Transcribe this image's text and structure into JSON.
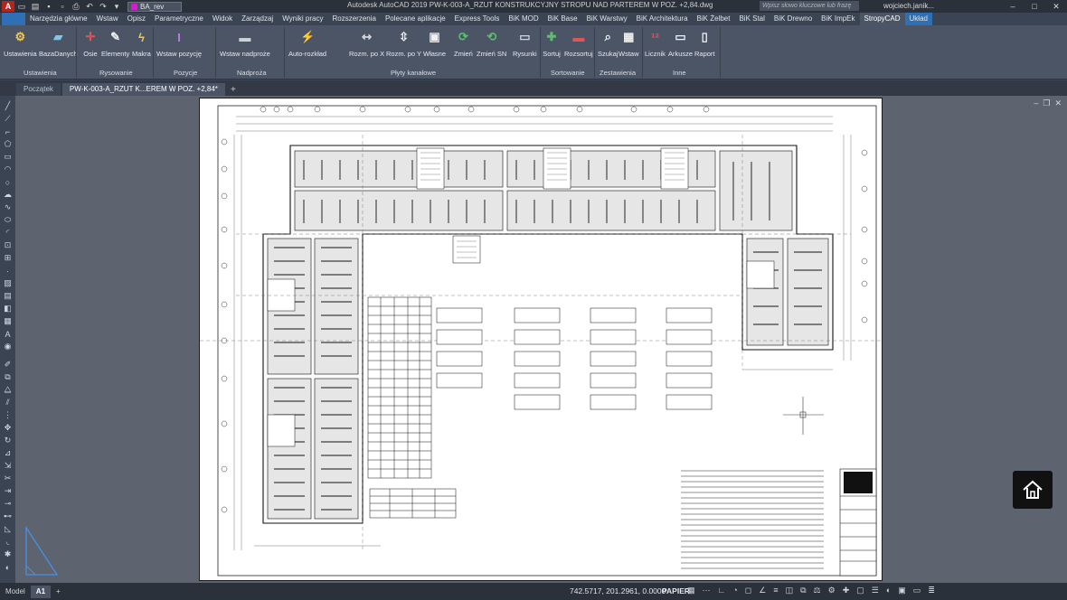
{
  "titlebar": {
    "workspace": "BA_rev",
    "app_title": "Autodesk AutoCAD 2019    PW-K-003-A_RZUT KONSTRUKCYJNY STROPU NAD PARTEREM W POZ. +2,84.dwg",
    "search_placeholder": "Wpisz słowo kluczowe lub frazę",
    "user": "wojciech.janik...",
    "workspace_color": "#d81bd0"
  },
  "ribbon_tabs": [
    "Narzędzia główne",
    "Wstaw",
    "Opisz",
    "Parametryczne",
    "Widok",
    "Zarządzaj",
    "Wyniki pracy",
    "Rozszerzenia",
    "Polecane aplikacje",
    "Express Tools",
    "BiK MOD",
    "BiK Base",
    "BiK Warstwy",
    "BiK Architektura",
    "BiK Żelbet",
    "BiK Stal",
    "BiK Drewno",
    "BiK ImpEk",
    "StropyCAD",
    "Układ"
  ],
  "ribbon_active_tab": "StropyCAD",
  "ribbon_buttons": {
    "ustawienia": "Ustawienia",
    "bazadanych": "BazaDanych",
    "osie": "Osie",
    "elementy": "Elementy",
    "makra": "Makra",
    "wstaw_pozycje": "Wstaw pozycję",
    "wstaw_nadproze": "Wstaw nadproże",
    "auto_rozklad": "Auto-rozkład",
    "rozm_x": "Rozm. po X",
    "rozm_y": "Rozm. po Y",
    "wlasne": "Własne",
    "zmien": "Zmień",
    "zmien_sn": "Zmień SN",
    "rysunki": "Rysunki",
    "sortuj": "Sortuj",
    "rozsortuj": "Rozsortuj",
    "szukaj": "Szukaj",
    "wstaw": "Wstaw",
    "licznik": "Licznik",
    "arkusze": "Arkusze",
    "raport": "Raport"
  },
  "ribbon_panels": {
    "ustawienia": "Ustawienia",
    "rysowanie": "Rysowanie",
    "pozycje": "Pozycje",
    "nadproza": "Nadproża",
    "plyty": "Płyty kanałowe",
    "sortowanie": "Sortowanie",
    "zestawienia": "Zestawienia",
    "inne": "Inne"
  },
  "doc_tabs": {
    "start": "Początek",
    "current": "PW-K-003-A_RZUT K...EREM W POZ. +2,84*",
    "plus": "+"
  },
  "layout_tabs": {
    "model": "Model",
    "a1": "A1",
    "plus": "+"
  },
  "statusbar": {
    "coords": "742.5717, 201.2961, 0.0000",
    "space": "PAPIER"
  }
}
